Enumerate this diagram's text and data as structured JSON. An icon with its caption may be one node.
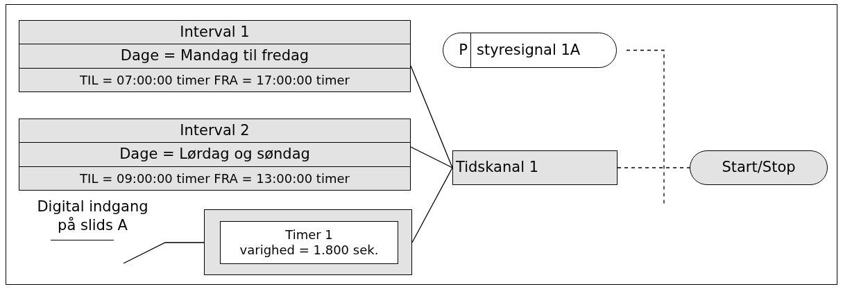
{
  "diagram": {
    "nodes": [
      {
        "text": [
          "Interval 1",
          "Dage = Mandag til fredag",
          "TIL = 07:00:00 timer FRA = 17:00:00 timer"
        ]
      },
      {
        "text": [
          "Interval 2",
          "Dage = Lørdag og søndag",
          "TIL = 09:00:00 timer FRA = 13:00:00 timer"
        ]
      },
      {
        "text": [],
        "shape": "box"
      },
      {
        "text": [
          "Timer 1",
          "varighed = 1.800 sek."
        ],
        "in": 2
      },
      {
        "text": [
          "Tidskanal 1"
        ]
      },
      {
        "text": [
          "P",
          "styresignal 1A"
        ]
      },
      {
        "text": [
          "Start/Stop"
        ]
      },
      {
        "text": [
          "Digital indgang på slids A"
        ]
      }
    ],
    "edges": [
      {
        "from": 0,
        "to": 4,
        "arrow": "none"
      },
      {
        "from": 1,
        "to": 4,
        "arrow": "none"
      },
      {
        "from": 2,
        "to": 4,
        "arrow": "none"
      },
      {
        "from": 7,
        "to": 2,
        "arrow": "none"
      },
      {
        "from": 5,
        "to": null,
        "arrow": "none",
        "style": "dashed"
      },
      {
        "from": 4,
        "to": 6,
        "arrow": "none",
        "style": "dashed"
      }
    ]
  }
}
